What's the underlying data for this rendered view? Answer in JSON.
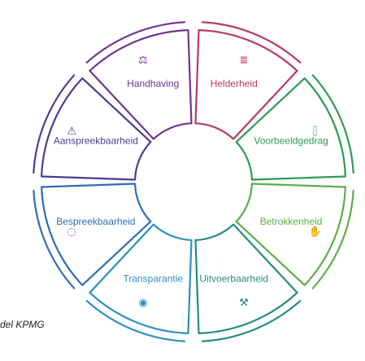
{
  "segments": [
    {
      "label": "Helderheid",
      "icon": "clipboard-icon",
      "glyph": "≣",
      "color": "#b8385e"
    },
    {
      "label": "Voorbeeldgedrag",
      "icon": "trophy-icon",
      "glyph": "⩉",
      "color": "#2e9a55"
    },
    {
      "label": "Betrokkenheid",
      "icon": "thumbs-up-icon",
      "glyph": "✋",
      "color": "#5cae47"
    },
    {
      "label": "Uitvoerbaarheid",
      "icon": "tools-icon",
      "glyph": "⚒",
      "color": "#258c7c"
    },
    {
      "label": "Transparantie",
      "icon": "eye-icon",
      "glyph": "◉",
      "color": "#2d8fc2"
    },
    {
      "label": "Bespreekbaarheid",
      "icon": "chat-icon",
      "glyph": "◌",
      "color": "#2f6db4"
    },
    {
      "label": "Aanspreekbaarheid",
      "icon": "warning-icon",
      "glyph": "⚠",
      "color": "#4f3a93"
    },
    {
      "label": "Handhaving",
      "icon": "gavel-icon",
      "glyph": "⚖",
      "color": "#6e3591"
    }
  ],
  "caption": "del KPMG"
}
